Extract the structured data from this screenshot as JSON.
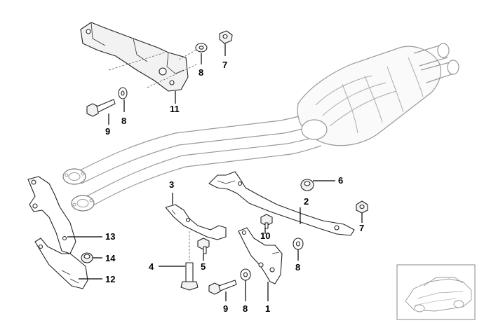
{
  "diagram": {
    "callouts": {
      "c1": "1",
      "c2": "2",
      "c3": "3",
      "c4": "4",
      "c5": "5",
      "c6": "6",
      "c7a": "7",
      "c7b": "7",
      "c8a": "8",
      "c8b": "8",
      "c8c": "8",
      "c8d": "8",
      "c9a": "9",
      "c9b": "9",
      "c10": "10",
      "c11": "11",
      "c12": "12",
      "c13": "13",
      "c14": "14"
    }
  }
}
